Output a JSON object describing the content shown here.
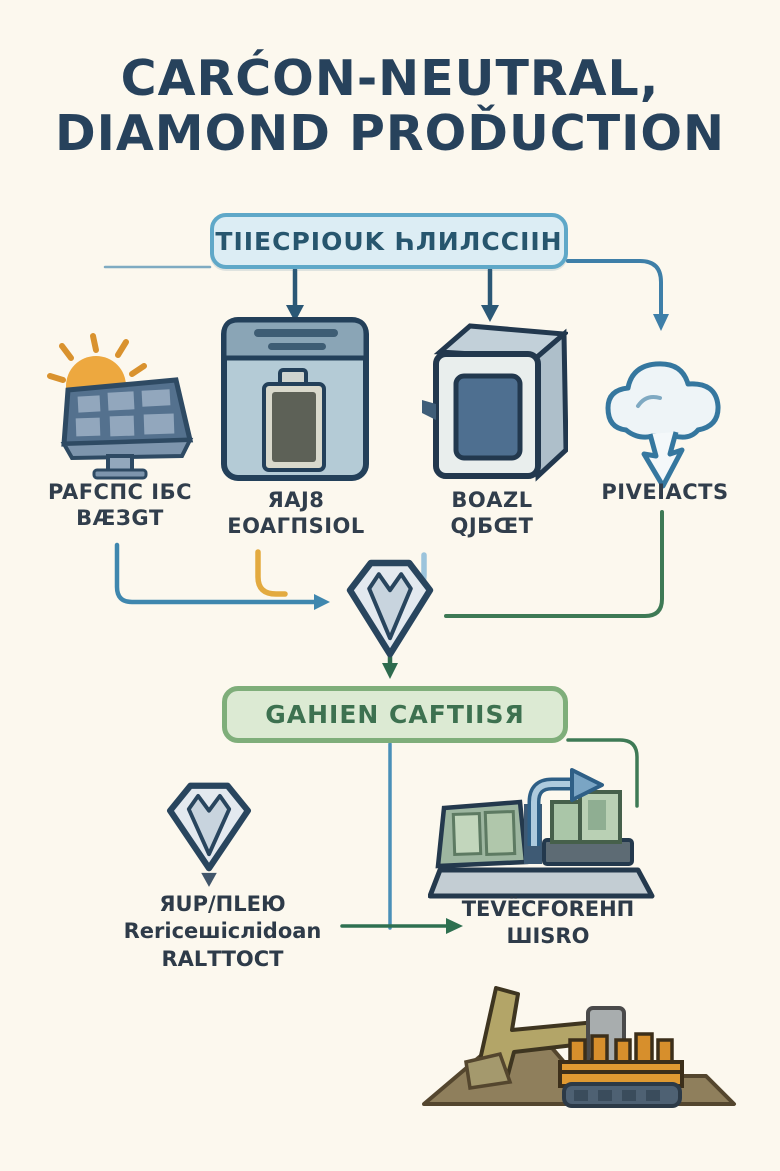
{
  "title": {
    "line1": "CARĆON-NEUTRAL,",
    "line2": "DIAMOND PROĎUCTION"
  },
  "boxes": {
    "top_process": "TIIECPIOUK ҺЛИЛCCIIН",
    "carbon_capture": "GАНІЕN CAFTІІSЯ"
  },
  "nodes": [
    {
      "id": "solar-energy",
      "icon": "solar-panel-sun-icon",
      "label_lines": [
        "PAFCПC IБC",
        "ВÆЗGТ"
      ]
    },
    {
      "id": "press-machine",
      "icon": "press-machine-icon",
      "label_lines": [
        "ЯАЈ8",
        "EOAГПSIOL"
      ]
    },
    {
      "id": "reactor-box",
      "icon": "reactor-box-icon",
      "label_lines": [
        "ВОАZL",
        "QЈБŒТ"
      ]
    },
    {
      "id": "co2-cloud",
      "icon": "cloud-capture-icon",
      "label_lines": [
        "PIVEIACTS"
      ]
    }
  ],
  "center": {
    "icon": "diamond-icon"
  },
  "bottom_left": {
    "icon": "diamond-icon",
    "label_lines": [
      "ЯUР/ПLЕЮ",
      "Rericeшicлidоan",
      "RALТТОСТ"
    ]
  },
  "bottom_right": {
    "icon": "conveyor-machine-icon",
    "label_lines": [
      "ТЕVЁСFОRЕНП",
      "ШІЅRО"
    ],
    "ground_icon": "excavator-icon"
  },
  "colors": {
    "background": "#fcf8ee",
    "title": "#27425c",
    "blue_box_fill": "#dcedf4",
    "blue_box_border": "#5fa8c8",
    "green_box_fill": "#dcead3",
    "green_box_border": "#7fae7a",
    "arrow_navy": "#2b5876",
    "arrow_blue": "#3f87ae",
    "arrow_yellow": "#e3aa3f",
    "arrow_lightblue": "#9cc4dc",
    "arrow_green": "#2e7050",
    "sun_orange": "#eda83f",
    "machine_orange": "#e09a32"
  }
}
